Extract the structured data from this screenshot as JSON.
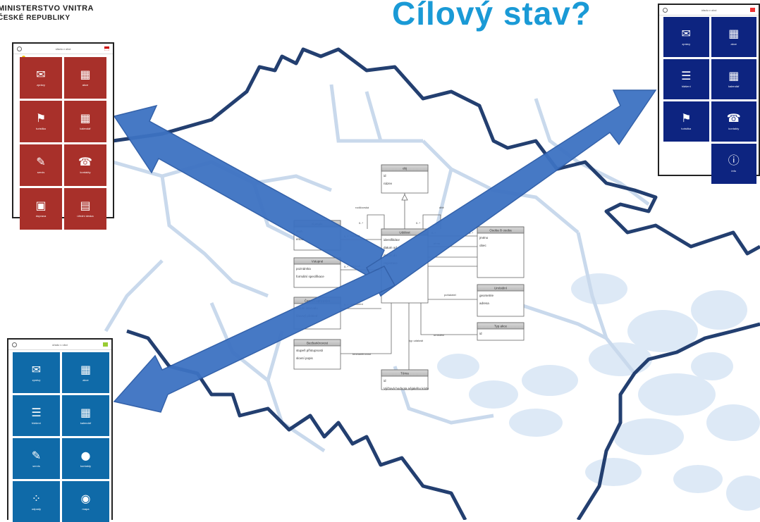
{
  "header": {
    "line1": "MINISTERSTVO VNITRA",
    "line2": "ČESKÉ REPUBLIKY",
    "title": "Cílový stav?"
  },
  "colors": {
    "title": "#1a9ad6",
    "red_app": "#a8302a",
    "navy_app": "#0d2480",
    "blue_app": "#0f6aa8",
    "arrow": "#3d72c2",
    "map_border": "#233f70"
  },
  "apps": {
    "left_red": {
      "bar_title": "úřadu v obci",
      "tiles": [
        {
          "icon": "envelope-icon",
          "glyph": "✉",
          "label": "zprávy"
        },
        {
          "icon": "calendar-icon",
          "glyph": "▦",
          "label": "akce"
        },
        {
          "icon": "signpost-icon",
          "glyph": "⚑",
          "label": "turistika"
        },
        {
          "icon": "grid-icon",
          "glyph": "▦",
          "label": "kalendář"
        },
        {
          "icon": "wrench-icon",
          "glyph": "✎",
          "label": "servis"
        },
        {
          "icon": "phone-icon",
          "glyph": "☎",
          "label": "kontakty"
        },
        {
          "icon": "bus-icon",
          "glyph": "▣",
          "label": "doprava"
        },
        {
          "icon": "sign-icon",
          "glyph": "▤",
          "label": "úřední deska"
        }
      ]
    },
    "right_navy": {
      "bar_title": "úřadu v obci",
      "tiles": [
        {
          "icon": "envelope-icon",
          "glyph": "✉",
          "label": "zprávy"
        },
        {
          "icon": "calendar-icon",
          "glyph": "▦",
          "label": "akce"
        },
        {
          "icon": "chat-icon",
          "glyph": "☰",
          "label": "hlášení"
        },
        {
          "icon": "grid-icon",
          "glyph": "▦",
          "label": "kalendář"
        },
        {
          "icon": "signpost-icon",
          "glyph": "⚑",
          "label": "turistika"
        },
        {
          "icon": "phone-icon",
          "glyph": "☎",
          "label": "kontakty"
        },
        {
          "icon": "info-icon",
          "glyph": "ⓘ",
          "label": "info"
        }
      ]
    },
    "left_blue": {
      "bar_title": "úřadu v obci",
      "tiles": [
        {
          "icon": "envelope-icon",
          "glyph": "✉",
          "label": "zprávy"
        },
        {
          "icon": "calendar-icon",
          "glyph": "▦",
          "label": "akce"
        },
        {
          "icon": "chat-icon",
          "glyph": "☰",
          "label": "hlášení"
        },
        {
          "icon": "grid-icon",
          "glyph": "▦",
          "label": "kalendář"
        },
        {
          "icon": "wrench-icon",
          "glyph": "✎",
          "label": "servis"
        },
        {
          "icon": "person-icon",
          "glyph": "●",
          "label": "kontakty"
        },
        {
          "icon": "dots-icon",
          "glyph": "⁘",
          "label": "odpady"
        },
        {
          "icon": "pin-icon",
          "glyph": "◉",
          "label": "mapa"
        }
      ]
    }
  },
  "uml": {
    "top": {
      "title": "obj",
      "rows": [
        "id",
        "název"
      ]
    },
    "center": {
      "title": "Událost",
      "rows": [
        "identifikátor",
        "datum od",
        "datum do",
        "registrace"
      ]
    },
    "kontakt": {
      "title": "Kontakt",
      "rows": [
        "druh",
        "email"
      ]
    },
    "vstupne": {
      "title": "Vstupné",
      "rows": [
        "poznámka",
        "formální specifikace"
      ]
    },
    "casove": {
      "title": "Časové upřesnění",
      "rows": [
        "datum intervalu",
        "časový přehled"
      ]
    },
    "bezbarier": {
      "title": "Bezbariérovost",
      "rows": [
        "stupeň přístupnosti",
        "slovní popis"
      ]
    },
    "osoba": {
      "title": "Osoba či osoba",
      "rows": [
        "jméno",
        "obec"
      ]
    },
    "umisteni": {
      "title": "Umístění",
      "rows": [
        "geometrie",
        "adresa"
      ]
    },
    "typ": {
      "title": "Typ akce",
      "rows": [
        "id"
      ]
    },
    "tema": {
      "title": "Téma",
      "rows": [
        "id",
        "Výčtová hodnota nějakého kódu"
      ]
    },
    "labels": [
      "rodičovská",
      "dítě",
      "0..*",
      "0..*",
      "0..*",
      "0..*",
      "0..*",
      "0..*",
      "0..*",
      "kontakt",
      "vstupné",
      "upřesnění",
      "bezbariérovost",
      "pořadatel",
      "umístění",
      "typ události",
      "téma"
    ]
  }
}
